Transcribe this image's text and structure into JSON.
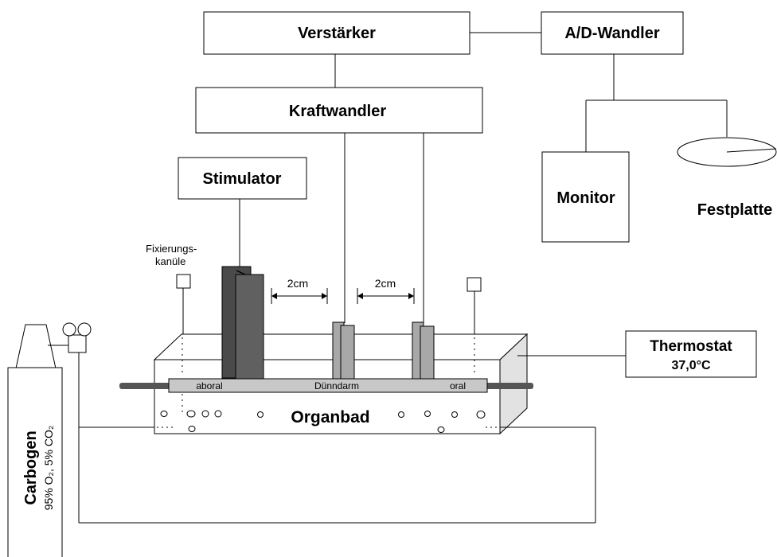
{
  "labels": {
    "verstaerker": "Verstärker",
    "ad_wandler": "A/D-Wandler",
    "kraftwandler": "Kraftwandler",
    "stimulator": "Stimulator",
    "monitor": "Monitor",
    "festplatte": "Festplatte",
    "fixierung_line1": "Fixierungs-",
    "fixierung_line2": "kanüle",
    "distance_left": "2cm",
    "distance_right": "2cm",
    "thermostat": "Thermostat",
    "thermostat_temp": "37,0°C",
    "aboral": "aboral",
    "duenndarm": "Dünndarm",
    "oral": "oral",
    "organbad": "Organbad",
    "carbogen": "Carbogen",
    "carbogen_mix": "95% O₂, 5% CO₂"
  },
  "colors": {
    "electrode_dark": "#606060",
    "electrode_darker": "#4a4a4a",
    "hook_light": "#a8a8a8",
    "intestine_bar": "#c8c8c8",
    "rod_dark": "#555555",
    "bath_side": "#e2e2e2"
  }
}
